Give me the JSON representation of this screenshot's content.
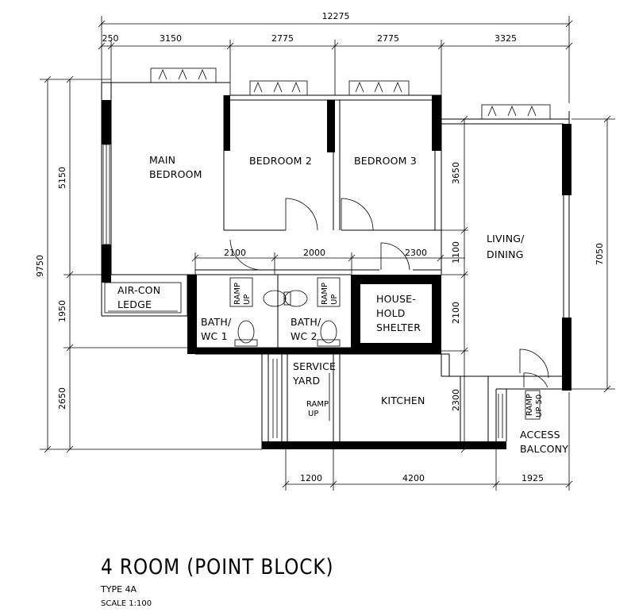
{
  "plan": {
    "rooms": {
      "main_bedroom": [
        "MAIN",
        "BEDROOM"
      ],
      "bedroom_2": "BEDROOM 2",
      "bedroom_3": "BEDROOM 3",
      "living_dining": [
        "LIVING/",
        "DINING"
      ],
      "aircon_ledge": [
        "AIR-CON",
        "LEDGE"
      ],
      "bath_wc_1": [
        "BATH/",
        "WC 1"
      ],
      "bath_wc_2": [
        "BATH/",
        "WC 2"
      ],
      "household_shelter": [
        "HOUSE-",
        "HOLD",
        "SHELTER"
      ],
      "service_yard": [
        "SERVICE",
        "YARD"
      ],
      "kitchen": "KITCHEN",
      "access_balcony": [
        "ACCESS",
        "BALCONY"
      ]
    },
    "ramps": {
      "ramp_1": [
        "RAMP",
        "UP"
      ],
      "ramp_2": [
        "RAMP",
        "UP"
      ],
      "ramp_yard": [
        "RAMP",
        "UP"
      ],
      "ramp_balcony": [
        "RAMP",
        "UP 50"
      ]
    },
    "dimensions": {
      "top_overall": "12275",
      "top_1": "250",
      "top_2": "3150",
      "top_3": "2775",
      "top_4": "2775",
      "top_5": "3325",
      "left_overall": "9750",
      "left_1": "5150",
      "left_2": "1950",
      "left_3": "2650",
      "right_1": "7050",
      "inner_h_1": "2100",
      "inner_h_2": "2000",
      "inner_h_3": "2300",
      "inner_v_1": "3650",
      "inner_v_2": "1100",
      "inner_v_3": "2100",
      "inner_v_4": "2300",
      "bottom_1": "1200",
      "bottom_2": "4200",
      "bottom_3": "1925"
    }
  },
  "title": {
    "main": "4 ROOM (POINT BLOCK)",
    "type": "TYPE 4A",
    "scale": "SCALE  1:100"
  }
}
